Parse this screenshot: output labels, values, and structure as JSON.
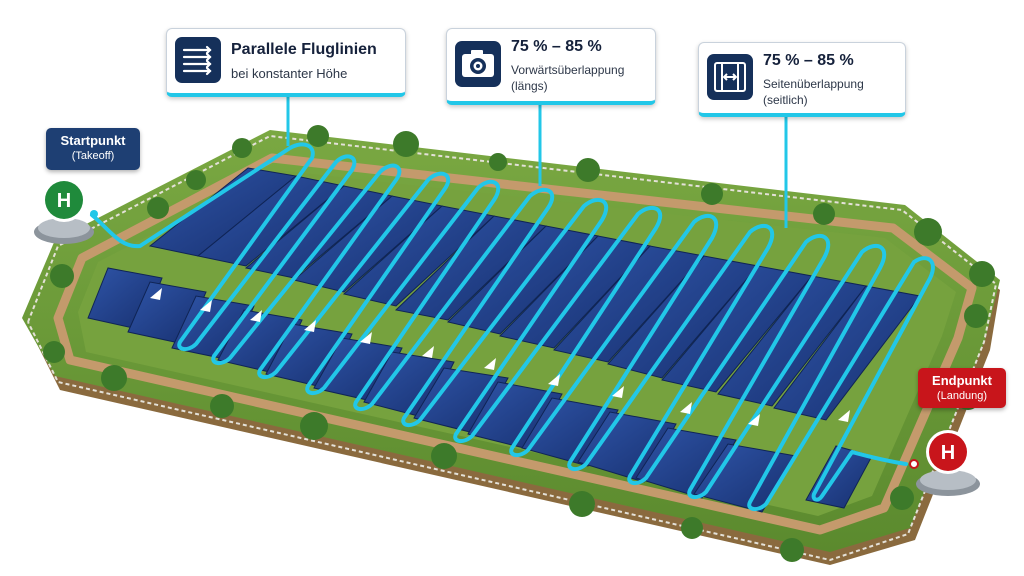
{
  "callouts": {
    "parallel": {
      "title": "Parallele Fluglinien",
      "subtitle": "bei konstanter Höhe",
      "icon": "parallel-lines-icon"
    },
    "forward": {
      "title": "75 % – 85 %",
      "line1": "Vorwärtsüberlappung",
      "line2": "(längs)",
      "icon": "camera-icon"
    },
    "side": {
      "title": "75 % – 85 %",
      "line1": "Seitenüberlappung",
      "line2": "(seitlich)",
      "icon": "side-overlap-icon"
    }
  },
  "start": {
    "label": "Startpunkt",
    "sublabel": "(Takeoff)",
    "pad_letter": "H",
    "color": "#1f8a3b"
  },
  "end": {
    "label": "Endpunkt",
    "sublabel": "(Landung)",
    "pad_letter": "H",
    "color": "#c8151b"
  },
  "colors": {
    "flight_path": "#22c7e8",
    "badge_blue": "#1e3f73",
    "grass": "#6d9a3a",
    "panel": "#1f3f8a",
    "track": "#c49a6c"
  }
}
